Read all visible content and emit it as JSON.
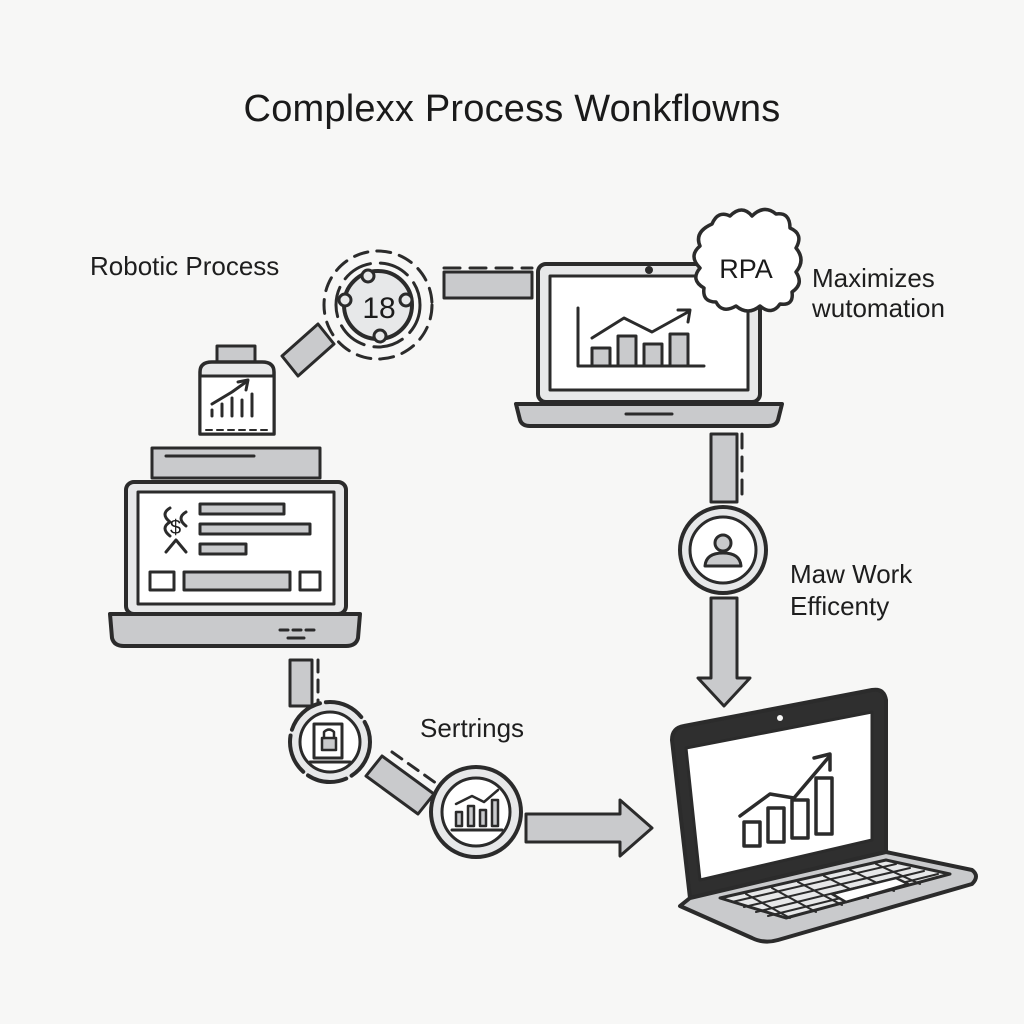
{
  "title": "Complexx Process Wonkflowns",
  "labels": {
    "robotic_process": "Robotic Process",
    "rpa": "RPA",
    "maximizes_line1": "Maximizes",
    "maximizes_line2": "wutomation",
    "maw_work_line1": "Maw Work",
    "maw_work_line2": "Efficenty",
    "settings": "Sertrings",
    "badge_number": "18"
  },
  "colors": {
    "stroke": "#2b2b2b",
    "gray_fill": "#c9cacc",
    "light_fill": "#e7e8e9",
    "background": "#f7f7f6"
  },
  "icons": [
    "laptop-icon",
    "puzzle-gear-icon",
    "robot-network-icon",
    "printer-icon",
    "bar-chart-icon",
    "user-icon",
    "lock-document-icon",
    "arrow-icon"
  ]
}
